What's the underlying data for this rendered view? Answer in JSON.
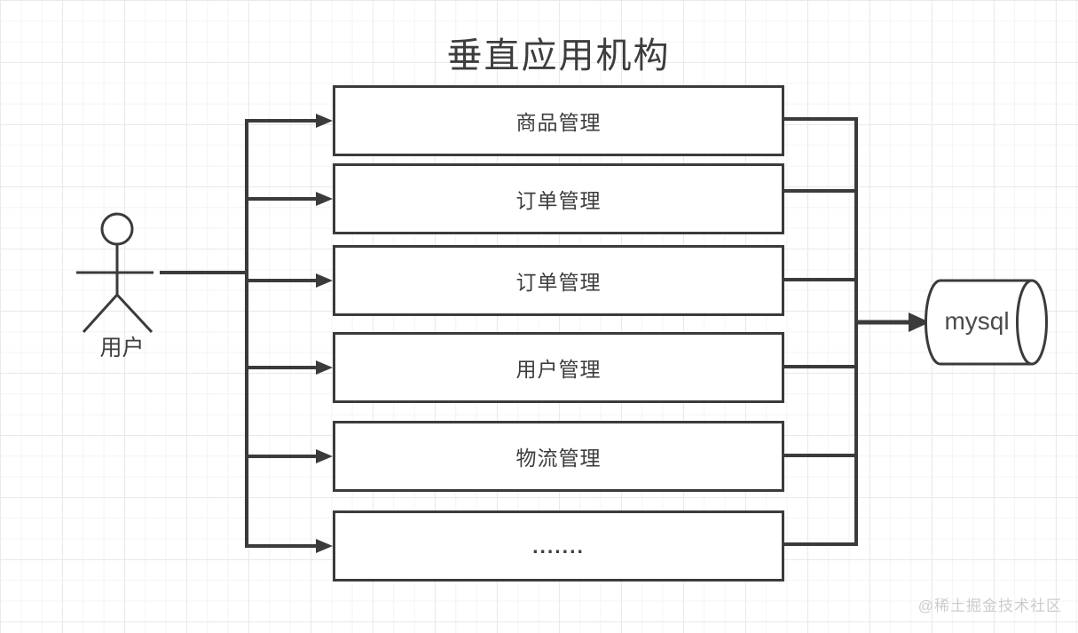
{
  "title": "垂直应用机构",
  "actor": {
    "label": "用户"
  },
  "modules": [
    {
      "label": "商品管理"
    },
    {
      "label": "订单管理"
    },
    {
      "label": "订单管理"
    },
    {
      "label": "用户管理"
    },
    {
      "label": "物流管理"
    },
    {
      "label": "......."
    }
  ],
  "database": {
    "label": "mysql"
  },
  "watermark": "@稀土掘金技术社区",
  "icons": {
    "actor": "stick-figure-icon",
    "database": "cylinder-icon"
  },
  "colors": {
    "line": "#3b3b3b",
    "text": "#3d3d3d",
    "box_fill": "#ffffff",
    "database_text": "#4b4b4b",
    "watermark": "#cccccc",
    "grid_minor": "#f4f4f4",
    "grid_major": "#e9e9e9",
    "background": "#ffffff"
  }
}
